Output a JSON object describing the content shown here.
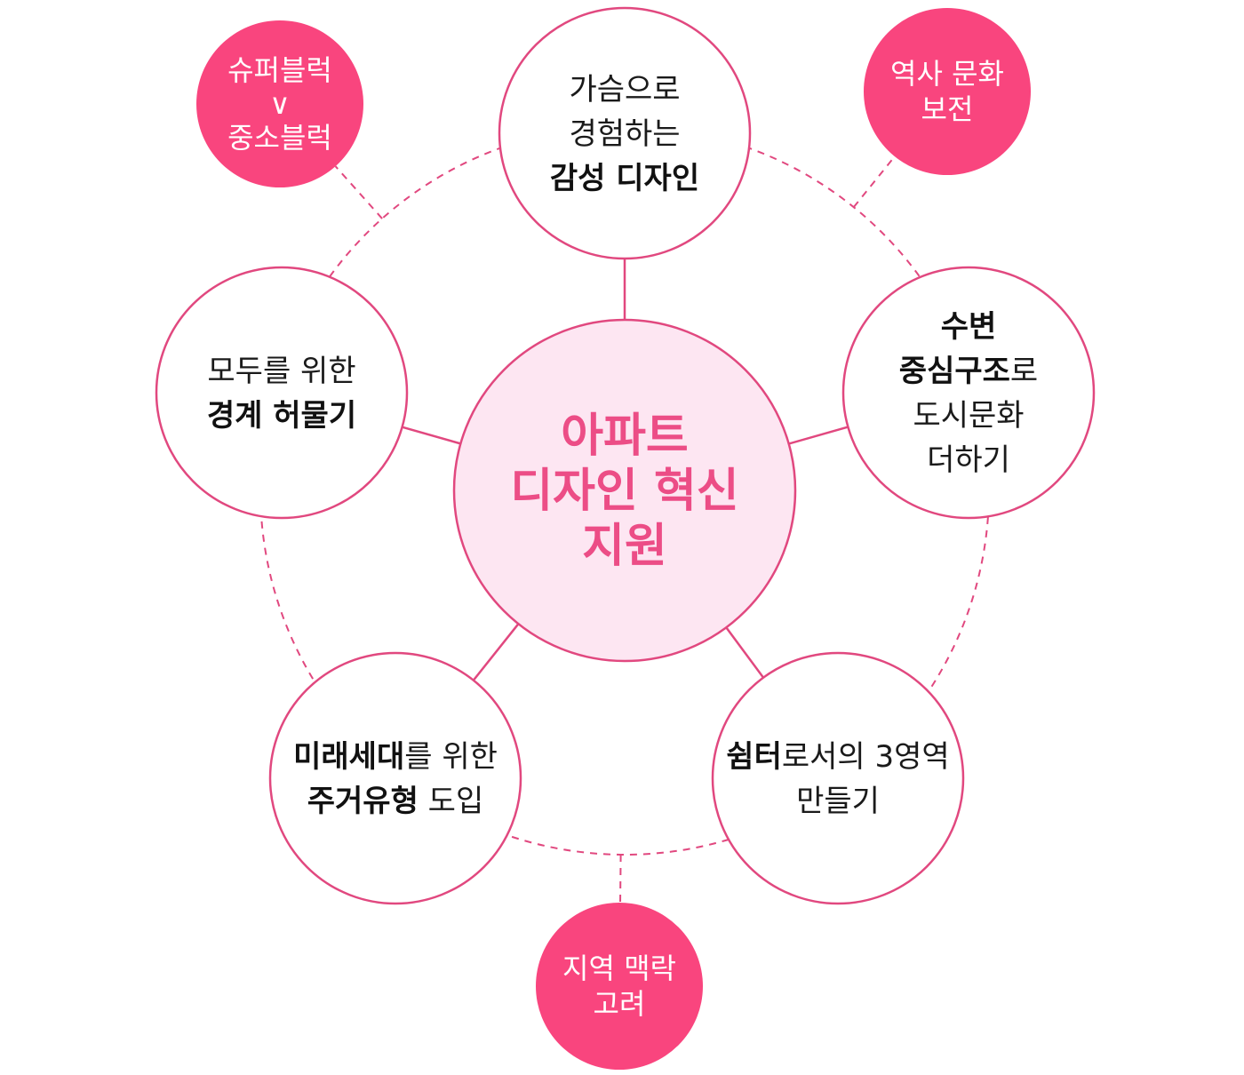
{
  "colors": {
    "line": "#e1487f",
    "outer_fill": "#f9457e",
    "center_fill": "#fde6f2",
    "center_text": "#ec4d86",
    "node_fill": "#ffffff",
    "text_dark": "#111111",
    "text_white": "#ffffff"
  },
  "center": {
    "lines": [
      "아파트",
      "디자인 혁신",
      "지원"
    ]
  },
  "main_nodes": [
    {
      "id": "emotional-design",
      "lines": [
        [
          {
            "text": "가슴으로",
            "bold": false
          }
        ],
        [
          {
            "text": "경험하는",
            "bold": false
          }
        ],
        [
          {
            "text": "감성 디자인",
            "bold": true
          }
        ]
      ]
    },
    {
      "id": "waterfront-structure",
      "lines": [
        [
          {
            "text": "수변",
            "bold": true
          }
        ],
        [
          {
            "text": "중심구조",
            "bold": true
          },
          {
            "text": "로",
            "bold": false
          }
        ],
        [
          {
            "text": "도시문화",
            "bold": false
          }
        ],
        [
          {
            "text": "더하기",
            "bold": false
          }
        ]
      ]
    },
    {
      "id": "shelter-zones",
      "lines": [
        [
          {
            "text": "쉼터",
            "bold": true
          },
          {
            "text": "로서의 3영역",
            "bold": false
          }
        ],
        [
          {
            "text": "만들기",
            "bold": false
          }
        ]
      ]
    },
    {
      "id": "future-housing",
      "lines": [
        [
          {
            "text": "미래세대",
            "bold": true
          },
          {
            "text": "를 위한",
            "bold": false
          }
        ],
        [
          {
            "text": "주거유형",
            "bold": true
          },
          {
            "text": " 도입",
            "bold": false
          }
        ]
      ]
    },
    {
      "id": "remove-boundaries",
      "lines": [
        [
          {
            "text": "모두를 위한",
            "bold": false
          }
        ],
        [
          {
            "text": "경계 허물기",
            "bold": true
          }
        ]
      ]
    }
  ],
  "outer_nodes": [
    {
      "id": "superblock",
      "lines": [
        "슈퍼블럭",
        "∨",
        "중소블럭"
      ]
    },
    {
      "id": "heritage",
      "lines": [
        "역사 문화",
        "보전"
      ]
    },
    {
      "id": "local-context",
      "lines": [
        "지역 맥락",
        "고려"
      ]
    }
  ]
}
